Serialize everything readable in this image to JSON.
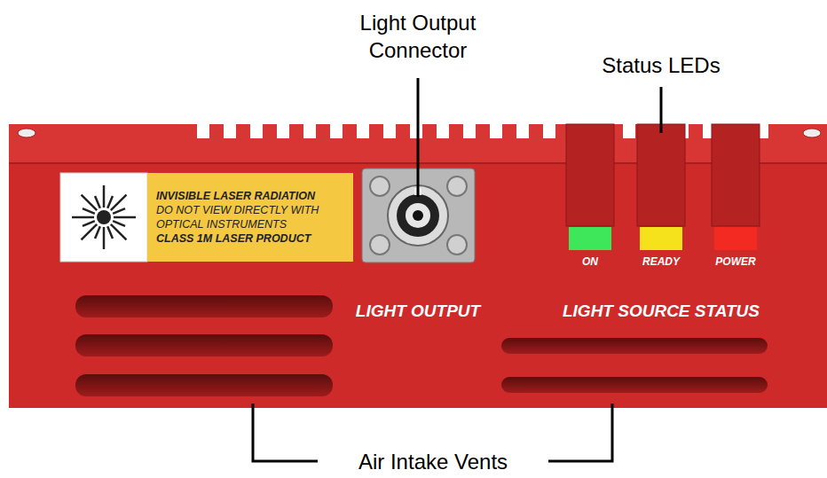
{
  "diagram": {
    "nodes": [
      {
        "text": [
          "INVISIBLE LASER RADIATION",
          "DO NOT VIEW DIRECTLY WITH OPTICAL INSTRUMENTS",
          "CLASS 1M LASER PRODUCT"
        ]
      }
    ],
    "labels": [
      "Light Output Connector",
      "Status LEDs",
      "ON",
      "READY",
      "POWER",
      "LIGHT OUTPUT",
      "LIGHT SOURCE STATUS",
      "Air Intake Vents"
    ]
  }
}
